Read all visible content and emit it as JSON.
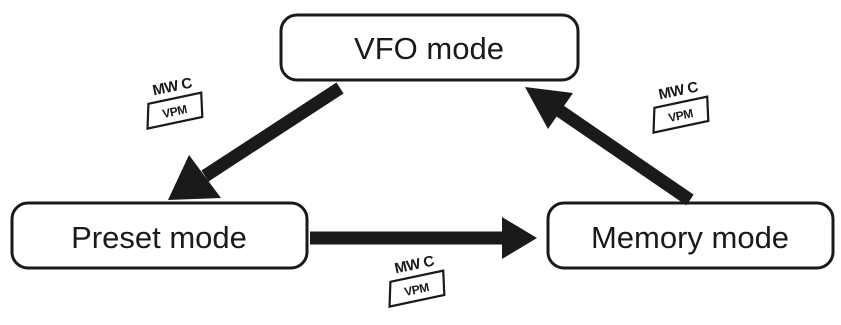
{
  "modes": {
    "vfo": "VFO mode",
    "preset": "Preset mode",
    "memory": "Memory mode"
  },
  "keys": {
    "vfo_to_preset": {
      "top": "MW C",
      "button": "VPM"
    },
    "preset_to_memory": {
      "top": "MW C",
      "button": "VPM"
    },
    "memory_to_vfo": {
      "top": "MW C",
      "button": "VPM"
    }
  },
  "colors": {
    "ink": "#1a1a1a",
    "background": "#ffffff"
  }
}
